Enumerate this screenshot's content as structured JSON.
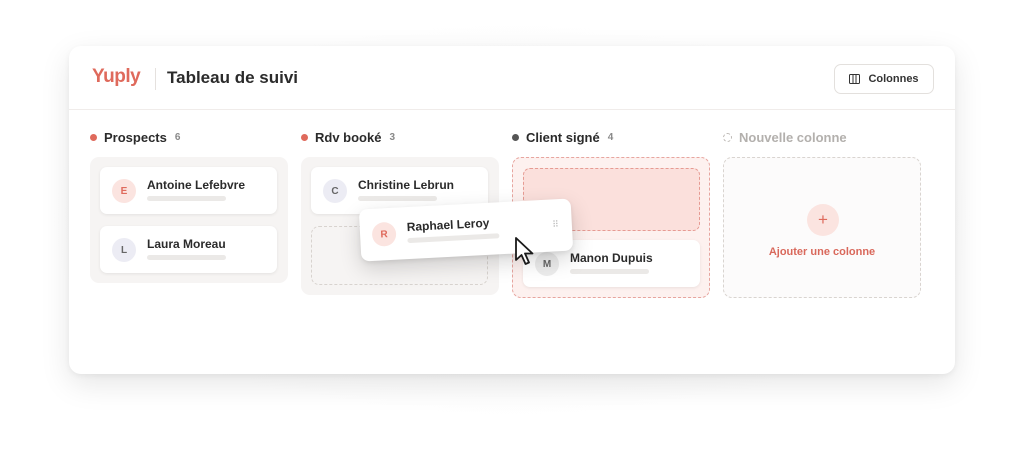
{
  "app": {
    "logo": "Yuply",
    "title": "Tableau de suivi"
  },
  "toolbar": {
    "columns_label": "Colonnes",
    "columns_icon": "columns-icon"
  },
  "colors": {
    "accent": "#df6a5c",
    "dark_status": "#555555"
  },
  "columns": [
    {
      "label": "Prospects",
      "count": "6",
      "status_color": "#df6a5c",
      "cards": [
        {
          "initial": "E",
          "name": "Antoine Lefebvre"
        },
        {
          "initial": "L",
          "name": "Laura Moreau"
        }
      ]
    },
    {
      "label": "Rdv booké",
      "count": "3",
      "status_color": "#df6a5c",
      "cards": [
        {
          "initial": "C",
          "name": "Christine Lebrun"
        }
      ]
    },
    {
      "label": "Client signé",
      "count": "4",
      "status_color": "#555555",
      "cards": [
        {
          "initial": "M",
          "name": "Manon Dupuis"
        }
      ]
    },
    {
      "label": "Nouvelle colonne"
    }
  ],
  "dragging_card": {
    "initial": "R",
    "name": "Raphael Leroy"
  },
  "add_column": {
    "label": "Ajouter une colonne",
    "icon": "+"
  }
}
